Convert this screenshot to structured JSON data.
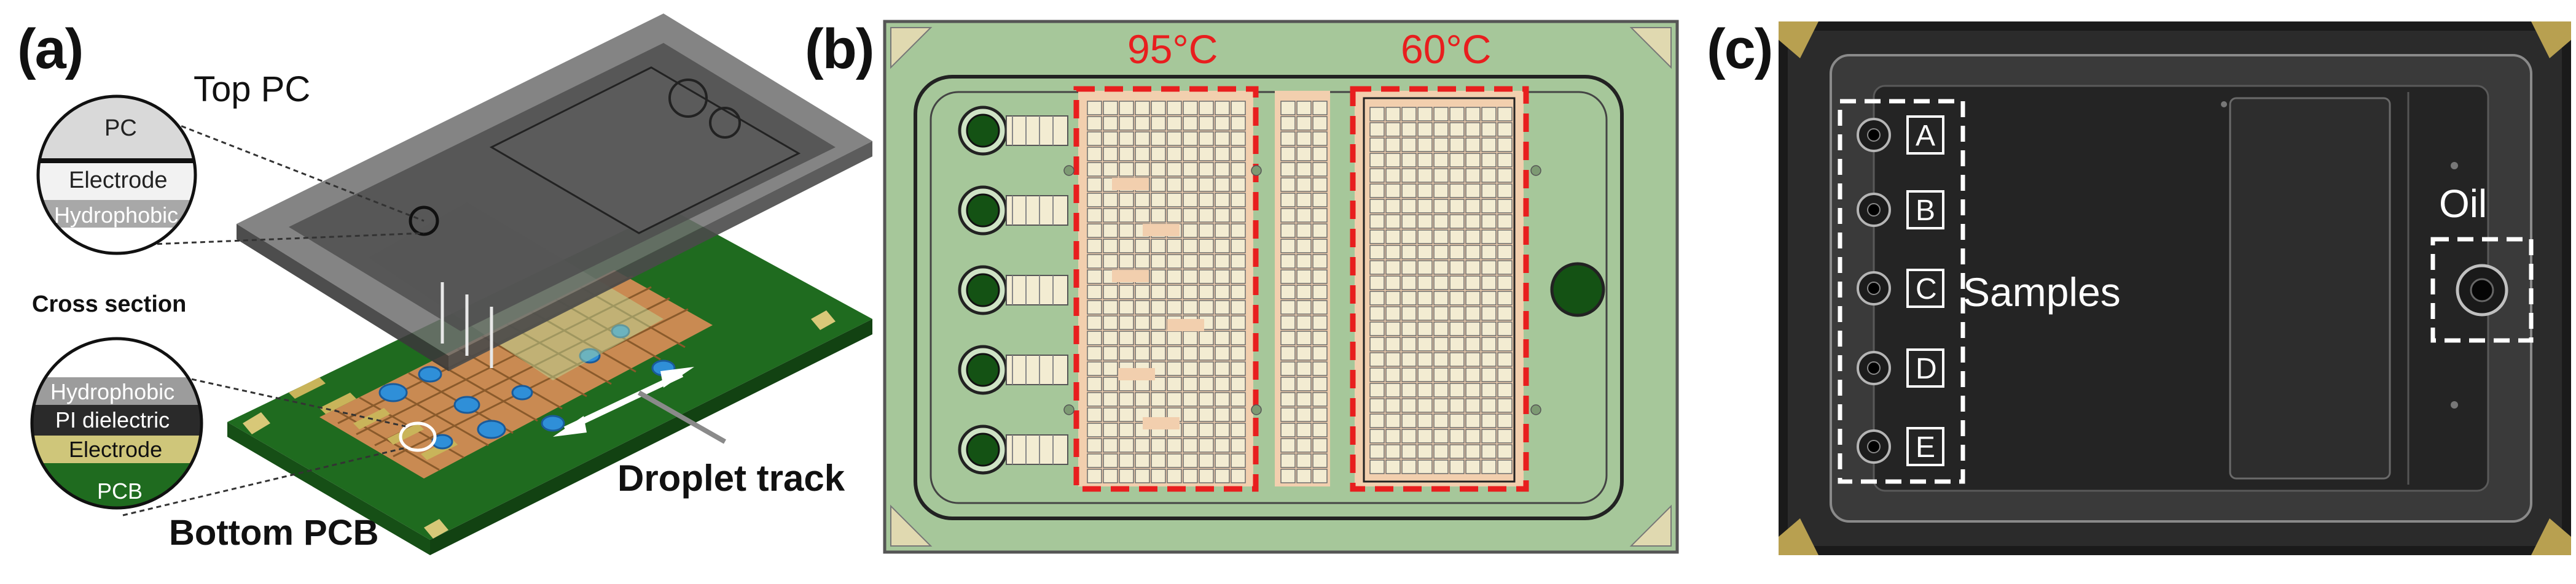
{
  "figure": {
    "panel_a": {
      "label": "(a)",
      "top_pc": "Top PC",
      "bottom_pcb": "Bottom PCB",
      "droplet_track": "Droplet track",
      "cross_section_title": "Cross section",
      "top_layers": [
        "PC",
        "Electrode",
        "Hydrophobic"
      ],
      "bottom_layers": [
        "Hydrophobic",
        "PI dielectric",
        "Electrode",
        "PCB"
      ]
    },
    "panel_b": {
      "label": "(b)",
      "zone1_temp": "95°C",
      "zone2_temp": "60°C",
      "zone_color": "#e81e1e",
      "board_color": "#a6c79a",
      "pad_color": "#f2cfae",
      "electrode_color": "#f3ecd2"
    },
    "panel_c": {
      "label": "(c)",
      "sample_wells": [
        "A",
        "B",
        "C",
        "D",
        "E"
      ],
      "samples_label": "Samples",
      "oil_label": "Oil"
    }
  }
}
